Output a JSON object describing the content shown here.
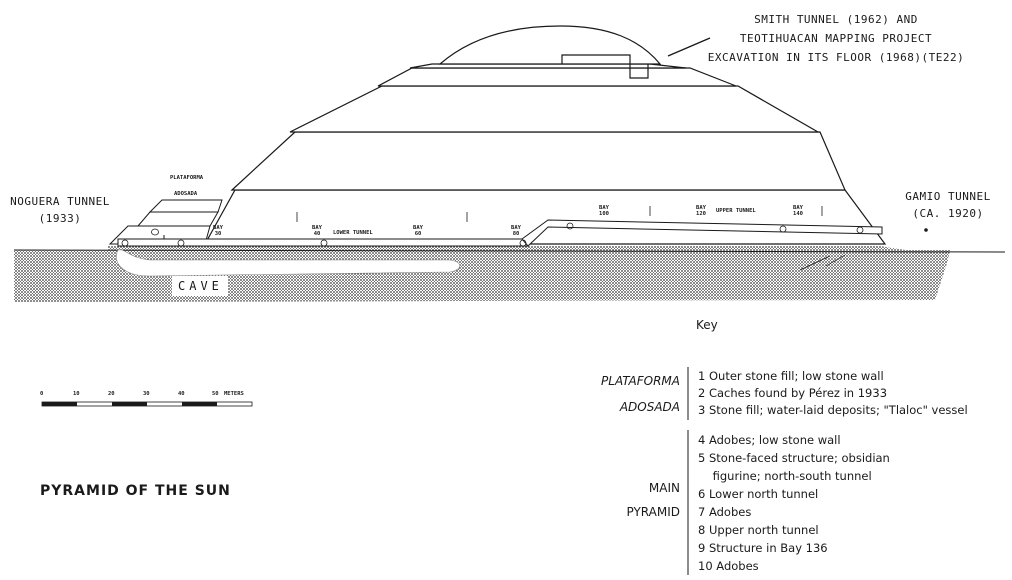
{
  "title": "PYRAMID OF THE SUN",
  "annotations": {
    "smith_tunnel": [
      "SMITH TUNNEL (1962) AND",
      "TEOTIHUACAN MAPPING PROJECT",
      "EXCAVATION IN ITS FLOOR (1968)(TE22)"
    ],
    "noguera_tunnel": [
      "NOGUERA TUNNEL",
      "(1933)"
    ],
    "gamio_tunnel": [
      "GAMIO TUNNEL",
      "(CA. 1920)"
    ],
    "plataforma": [
      "PLATAFORMA",
      "ADOSADA"
    ],
    "cave": "CAVE",
    "lower_tunnel": "LOWER TUNNEL",
    "upper_tunnel": "UPPER TUNNEL"
  },
  "bays": [
    {
      "word": "BAY",
      "num": "30"
    },
    {
      "word": "BAY",
      "num": "40"
    },
    {
      "word": "BAY",
      "num": "60"
    },
    {
      "word": "BAY",
      "num": "80"
    },
    {
      "word": "BAY",
      "num": "100"
    },
    {
      "word": "BAY",
      "num": "120"
    },
    {
      "word": "BAY",
      "num": "140"
    }
  ],
  "scale": {
    "ticks": [
      "0",
      "10",
      "20",
      "30",
      "40",
      "50"
    ],
    "unit": "METERS"
  },
  "key": {
    "title": "Key",
    "groups": [
      {
        "lines": [
          "PLATAFORMA",
          "ADOSADA"
        ]
      },
      {
        "lines": [
          "MAIN",
          "PYRAMID"
        ]
      }
    ],
    "items": [
      "1  Outer stone fill; low stone wall",
      "2  Caches found by Pérez in 1933",
      "3  Stone fill; water-laid deposits; \"Tlaloc\" vessel",
      "4  Adobes; low stone wall",
      "5  Stone-faced structure; obsidian",
      "    figurine; north-south tunnel",
      "6  Lower north tunnel",
      "7  Adobes",
      "8  Upper north tunnel",
      "9  Structure in Bay 136",
      "10  Adobes"
    ]
  },
  "colors": {
    "ink": "#1a1a1a",
    "ground_dots": "#555555",
    "paper": "#ffffff"
  }
}
